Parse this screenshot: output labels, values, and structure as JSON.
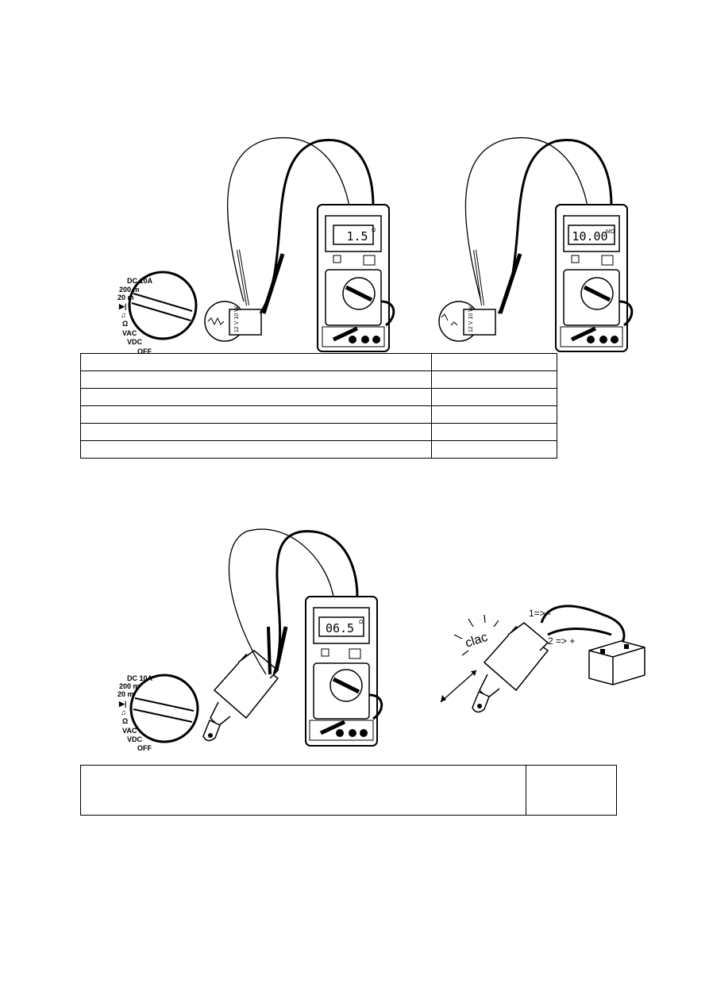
{
  "figure1": {
    "meter_left_reading": "1.5",
    "meter_left_unit": "Ω",
    "meter_right_reading": "10.00",
    "meter_right_unit": "MΩ",
    "bulb_label": "12 V 10 W",
    "dial_labels": [
      "DC 10A",
      "200 m",
      "20 m",
      "▶|",
      "♫",
      "Ω",
      "VAC",
      "VDC",
      "OFF"
    ]
  },
  "table1": {
    "rows": 6,
    "columns": 2
  },
  "figure2": {
    "meter_reading": "06.5",
    "meter_unit": "Ω",
    "dial_labels": [
      "DC 10A",
      "200 m",
      "20 m",
      "▶|",
      "♫",
      "Ω",
      "VAC",
      "VDC",
      "OFF"
    ],
    "sound_text": "clac",
    "wire_label_1": "1=> -",
    "wire_label_2": "2 => +"
  },
  "table2": {
    "rows": 1,
    "columns": 2
  }
}
